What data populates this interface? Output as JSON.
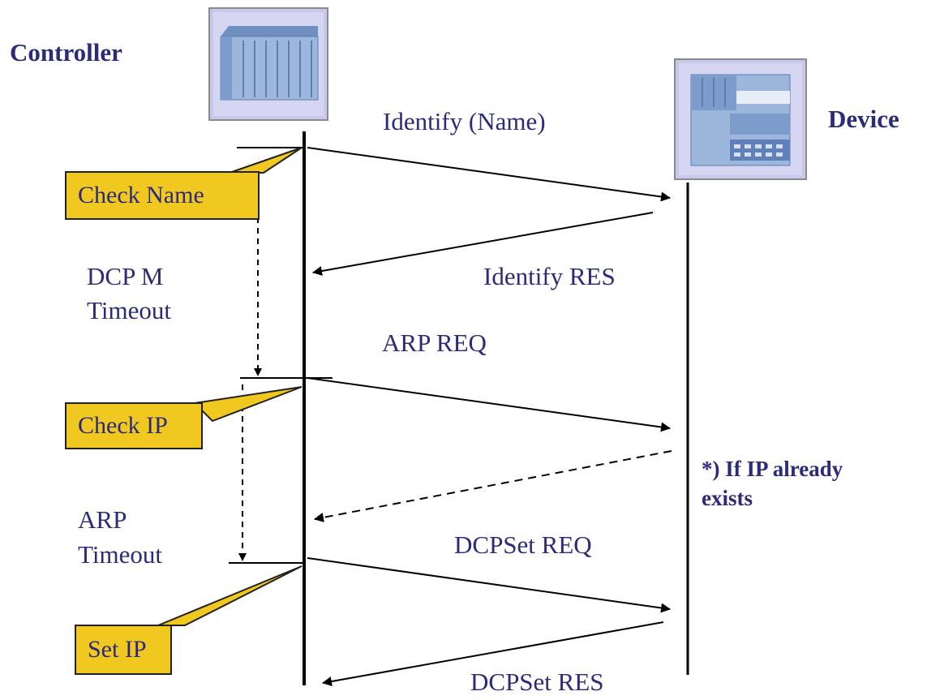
{
  "actors": {
    "controller": {
      "label": "Controller"
    },
    "device": {
      "label": "Device"
    }
  },
  "messages": {
    "identify_name": "Identify (Name)",
    "identify_res": "Identify RES",
    "arp_req": "ARP REQ",
    "dcpset_req": "DCPSet  REQ",
    "dcpset_res": "DCPSet  RES"
  },
  "callouts": {
    "check_name": "Check Name",
    "check_ip": "Check IP",
    "set_ip": "Set IP"
  },
  "timeouts": {
    "dcp_line1": "DCP M",
    "dcp_line2": "Timeout",
    "arp_line1": "ARP",
    "arp_line2": "Timeout"
  },
  "notes": {
    "ip_exists_line1": "*) If IP already",
    "ip_exists_line2": "exists"
  },
  "colors": {
    "text": "#2b2b7a",
    "callout_fill": "#f0c820",
    "icon_frame": "#c8c8ec"
  },
  "icons": {
    "controller": "plc-rack-icon",
    "device": "io-device-icon"
  }
}
